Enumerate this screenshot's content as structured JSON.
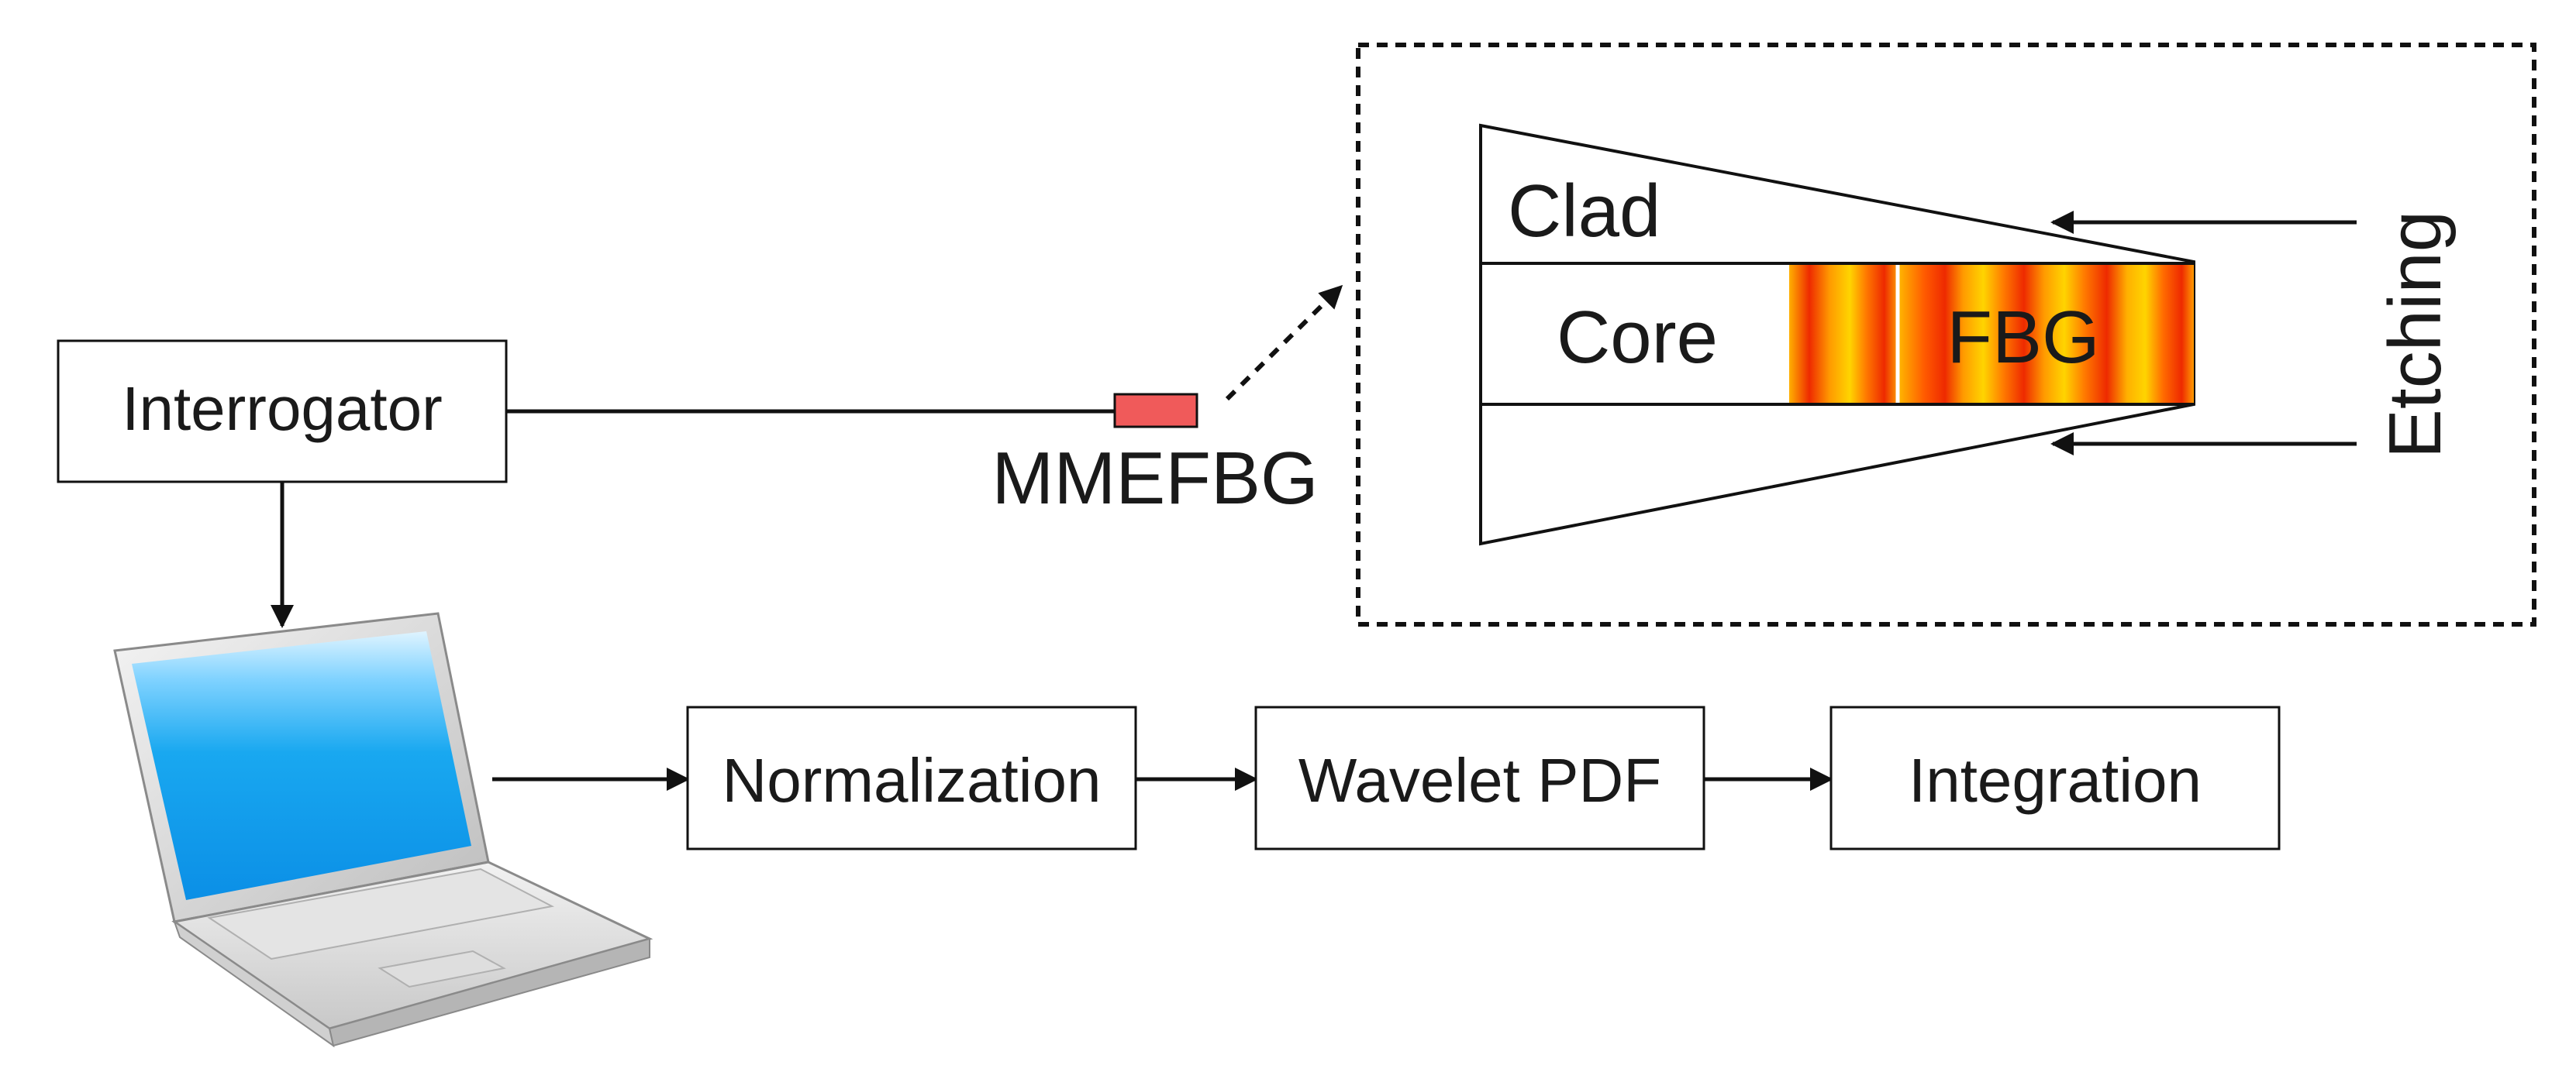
{
  "blocks": {
    "interrogator": "Interrogator",
    "normalization": "Normalization",
    "wavelet_pdf": "Wavelet PDF",
    "integration": "Integration"
  },
  "sensor": {
    "label": "MMEFBG"
  },
  "inset": {
    "clad": "Clad",
    "core": "Core",
    "fbg": "FBG",
    "etching": "Etching"
  },
  "colors": {
    "line": "#111111",
    "sensor_fill": "#f05a5a",
    "grating_red": "#ee2a00",
    "grating_yellow": "#ffcc00",
    "screen_blue": "#19a8f0"
  },
  "icons": {
    "computer": "laptop-icon"
  }
}
